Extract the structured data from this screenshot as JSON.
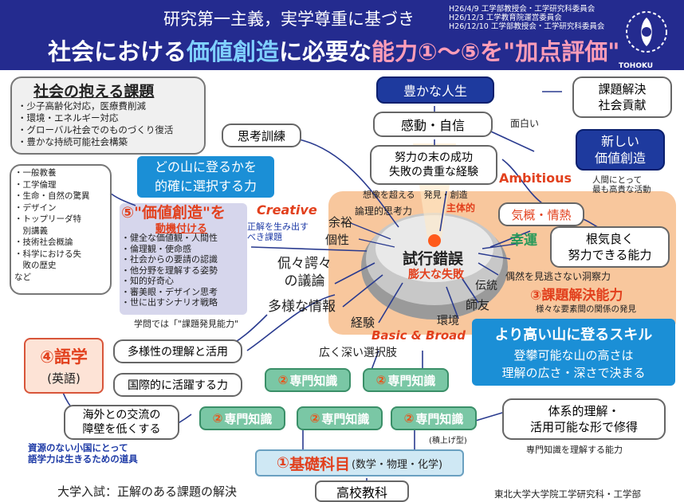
{
  "header": {
    "subtitle": "研究第一主義，実学尊重に基づき",
    "title_a": "社会における",
    "title_b": "価値創造",
    "title_c": "に必要な",
    "title_d": "能力①～⑤を\"加点評価\"",
    "dates": [
      "H26/4/9 工学部教授会・工学研究科委員会",
      "H26/12/3 工学教育院運営委員会",
      "H26/12/10 工学部教授会・工学研究科委員会"
    ],
    "logo_text": "TOHOKU"
  },
  "society": {
    "title": "社会の抱える課題",
    "items": [
      "・少子高齢化対応，医療費削減",
      "・環境・エネルギー対応",
      "・グローバル社会でのものづくり復活",
      "・豊かな持続可能社会構築"
    ]
  },
  "liberal": [
    "・一般教養",
    "・工学倫理",
    "・生命・自然の驚異",
    "・デザイン",
    "・トップリーダ特",
    "　別講義",
    "・技術社会概論",
    "・科学における失",
    "　敗の歴史",
    "など"
  ],
  "choose_box": [
    "どの山に登るかを",
    "的確に選択する力"
  ],
  "value": {
    "heading": "⑤\"価値創造\"を",
    "sub": "動機付ける",
    "items": [
      "・健全な価値観・人間性",
      "・倫理観・使命感",
      "・社会からの要請の認識",
      "・他分野を理解する姿勢",
      "・知的好奇心",
      "・審美眼・デザイン思考",
      "・世に出すシナリオ戦略"
    ],
    "note": "学問では「\"課題発見能力\""
  },
  "creative": {
    "label": "Creative",
    "note": [
      "正解を生み出す",
      "べき課題"
    ]
  },
  "shikou": "思考訓練",
  "yutaka": "豊かな人生",
  "kando": "感動・自信",
  "doryoku": [
    "努力の末の成功",
    "失敗の貴重な経験"
  ],
  "souzou": "想像を超える　発見・創造",
  "kadai": [
    "課題解決",
    "社会貢献"
  ],
  "omoshiroi": "面白い",
  "atarashii": [
    "新しい",
    "価値創造"
  ],
  "atarashii_note": [
    "人間にとって",
    "最も高貴な活動"
  ],
  "ambitious": "Ambitious",
  "kigai": "気概・情熱",
  "shutai": "主体的",
  "kouun": "幸運",
  "konki": [
    "根気良く",
    "努力できる能力"
  ],
  "guuzen": "偶然を見逃さない洞察力",
  "ability3": "③課題解決能力",
  "ability3_note": "様々な要素間の関係の発見",
  "ronri": "論理的思考力",
  "yoyu": "余裕",
  "kosei": "個性",
  "kenken": [
    "侃々諤々",
    "の議論"
  ],
  "tayou": "多様な情報",
  "keiken": "経験",
  "kankyou": "環境",
  "shiyuu": "師友",
  "dentou": "伝統",
  "center": {
    "label": "試行錯誤",
    "fail": "膨大な失敗"
  },
  "basic": "Basic & Broad",
  "hiroku": "広く深い選択肢",
  "skill_box": {
    "title": "より高い山に登るスキル",
    "lines": [
      "登攀可能な山の高さは",
      "理解の広さ・深さで決まる"
    ]
  },
  "lang": {
    "title": "④語学",
    "sub": "(英語)"
  },
  "tayousei": "多様性の理解と活用",
  "kokusai": "国際的に活躍する力",
  "kaigai": [
    "海外との交流の",
    "障壁を低くする"
  ],
  "shigen": [
    "資源のない小国にとって",
    "語学力は生きるための道具"
  ],
  "senmon": {
    "num": "②",
    "label": "専門知識",
    "note": "(積上げ型)"
  },
  "taikei": [
    "体系的理解・",
    "活用可能な形で修得"
  ],
  "taikei_note": "専門知識を理解する能力",
  "kiso": {
    "num": "①",
    "label": "基礎科目",
    "subjects": "(数学・物理・化学)"
  },
  "nyushi": "大学入試：正解のある課題の解決",
  "koukou": "高校教科",
  "footer": "東北大学大学院工学研究科・工学部",
  "colors": {
    "header": "#242b8f",
    "navy": "#1e3a9e",
    "sky": "#1b8fd6",
    "orange": "#e2401d",
    "green": "#7ac7a5",
    "peach": "#f8c79d"
  }
}
